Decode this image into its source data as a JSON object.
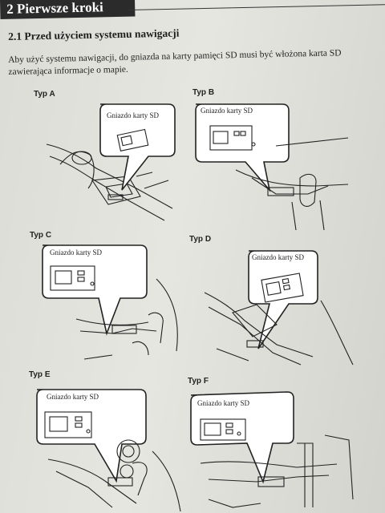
{
  "header": {
    "chapter": "2 Pierwsze kroki"
  },
  "section": {
    "title": "2.1 Przed użyciem systemu nawigacji",
    "intro": "Aby użyć systemu nawigacji, do gniazda na karty pamięci SD musi być włożona karta SD zawierająca informacje o mapie."
  },
  "figures": [
    {
      "type": "Typ A",
      "callout": "Gniazdo karty SD"
    },
    {
      "type": "Typ B",
      "callout": "Gniazdo karty SD"
    },
    {
      "type": "Typ C",
      "callout": "Gniazdo karty SD"
    },
    {
      "type": "Typ D",
      "callout": "Gniazdo karty SD"
    },
    {
      "type": "Typ E",
      "callout": "Gniazdo karty SD"
    },
    {
      "type": "Typ F",
      "callout": "Gniazdo karty SD"
    }
  ]
}
